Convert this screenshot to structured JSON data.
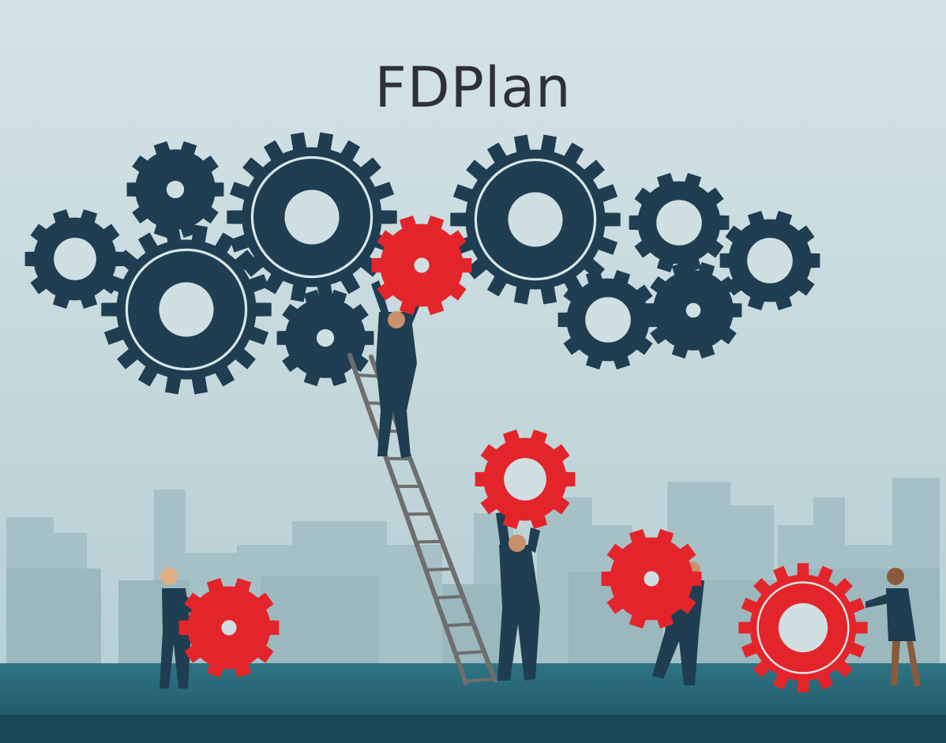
{
  "title": "FDPlan",
  "colors": {
    "sky_top": "#cfdfe3",
    "sky_bottom": "#b6cfd4",
    "city": "#a3bfc4",
    "city_dark": "#94b3b8",
    "ground": "#2b6f7f",
    "ground_dark": "#1f5564",
    "gear_dark": "#1f3e52",
    "gear_red": "#e3252b",
    "suit": "#1f3e52",
    "ladder": "#6e6e6e"
  },
  "illustration": {
    "dark_gear_count": 11,
    "red_gear_count": 5,
    "people_count": 5,
    "ladder": true
  }
}
